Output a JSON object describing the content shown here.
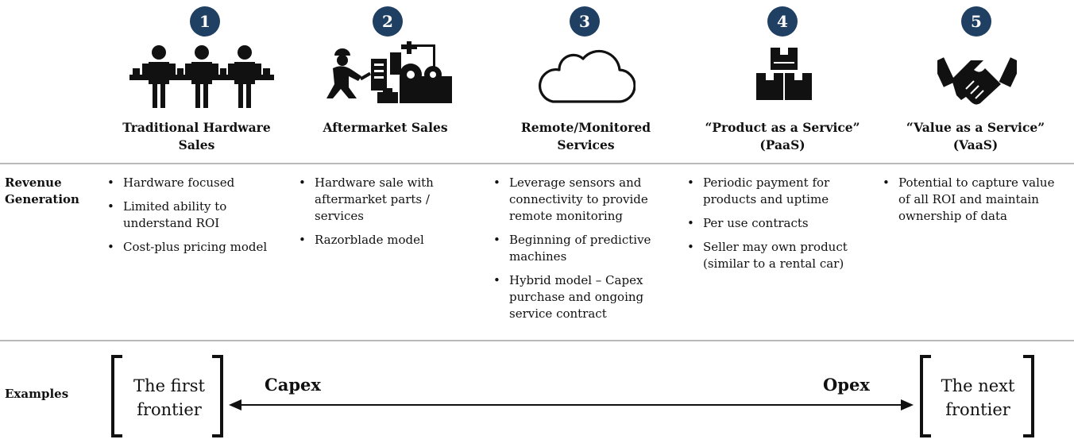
{
  "stages": [
    {
      "number": "1",
      "title": "Traditional Hardware Sales",
      "icon": "workers-assembly-line-icon",
      "bullets": [
        "Hardware focused",
        "Limited ability to understand ROI",
        "Cost-plus pricing model"
      ]
    },
    {
      "number": "2",
      "title": "Aftermarket Sales",
      "icon": "mechanic-repair-icon",
      "bullets": [
        "Hardware sale with aftermarket parts / services",
        "Razorblade model"
      ]
    },
    {
      "number": "3",
      "title": "Remote/Monitored Services",
      "icon": "cloud-icon",
      "bullets": [
        "Leverage sensors and connectivity to provide remote monitoring",
        "Beginning of predictive machines",
        "Hybrid model – Capex purchase and ongoing service contract"
      ]
    },
    {
      "number": "4",
      "title": "“Product as a Service” (PaaS)",
      "icon": "boxes-icon",
      "bullets": [
        "Periodic payment for products and uptime",
        "Per use contracts",
        "Seller may own product (similar to a rental car)"
      ]
    },
    {
      "number": "5",
      "title": "“Value as a Service” (VaaS)",
      "icon": "handshake-icon",
      "bullets": [
        "Potential to capture value of all ROI and maintain ownership of data"
      ]
    }
  ],
  "rows": {
    "revenue": "Revenue Generation",
    "examples": "Examples"
  },
  "examples": {
    "left_bracket": "The first frontier",
    "right_bracket": "The next frontier",
    "left_axis": "Capex",
    "right_axis": "Opex"
  },
  "colors": {
    "badge": "#1f3f63",
    "icon": "#111111",
    "divider": "#b9b9b9"
  }
}
